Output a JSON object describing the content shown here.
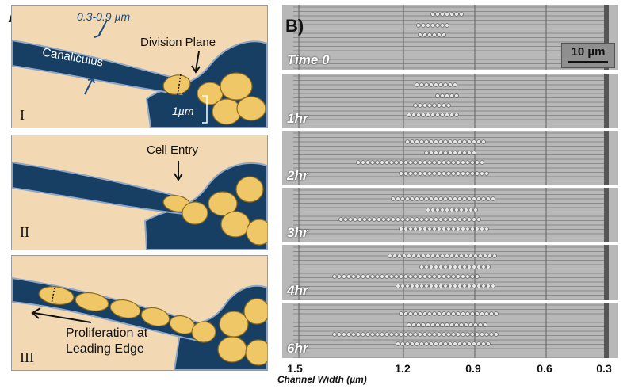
{
  "panel_a": {
    "letter": "A)",
    "width_label": "0.3-0.9 µm",
    "canaliculus_label": "Canaliculus",
    "division_plane_label": "Division Plane",
    "scale_label": "1µm",
    "cell_entry_label": "Cell Entry",
    "proliferation_label_line1": "Proliferation at",
    "proliferation_label_line2": "Leading Edge",
    "roman": [
      "I",
      "II",
      "III"
    ]
  },
  "panel_b": {
    "letter": "B)",
    "scale_bar_label": "10 µm",
    "time_labels": [
      "Time 0",
      "1hr",
      "2hr",
      "3hr",
      "4hr",
      "6hr"
    ],
    "axis_ticks": [
      "1.5",
      "1.2",
      "0.9",
      "0.6",
      "0.3"
    ],
    "axis_label": "Channel Width (µm)"
  },
  "colors": {
    "tissue": "#f2d9b3",
    "channel": "#173e63",
    "cell_fill": "#f0c766",
    "cell_stroke": "#8a6a1e",
    "channel_edge": "#8ea7c8",
    "micrograph_bg": "#b8b8b8"
  }
}
